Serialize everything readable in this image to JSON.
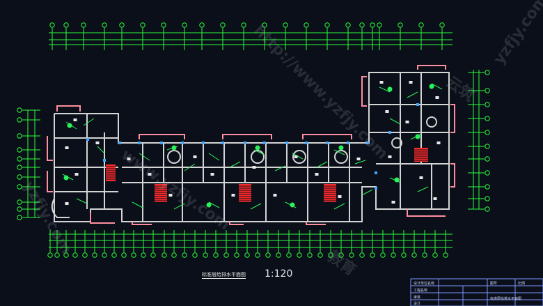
{
  "drawing": {
    "title": "标准层给排水平面图",
    "scale": "1:120",
    "watermarks": [
      "http://www.yzfjy.com",
      "www.yzfjy.com",
      "yzfjy.com",
      "云筑",
      "教育"
    ]
  },
  "title_block": {
    "rows": [
      "设计单位名称",
      "工程名称",
      "审核",
      "设计"
    ],
    "sheet_title": "标准层给排水平面图",
    "label_1": "图号",
    "label_2": "比例"
  },
  "colors": {
    "background": "#0a0f19",
    "axis": "#2dff3a",
    "walls": "#d4d4d4",
    "windows": "#ff8fa0",
    "stairs": "#ff2a2a",
    "pipes": "#29f25a",
    "doors": "#3fa8ff"
  }
}
